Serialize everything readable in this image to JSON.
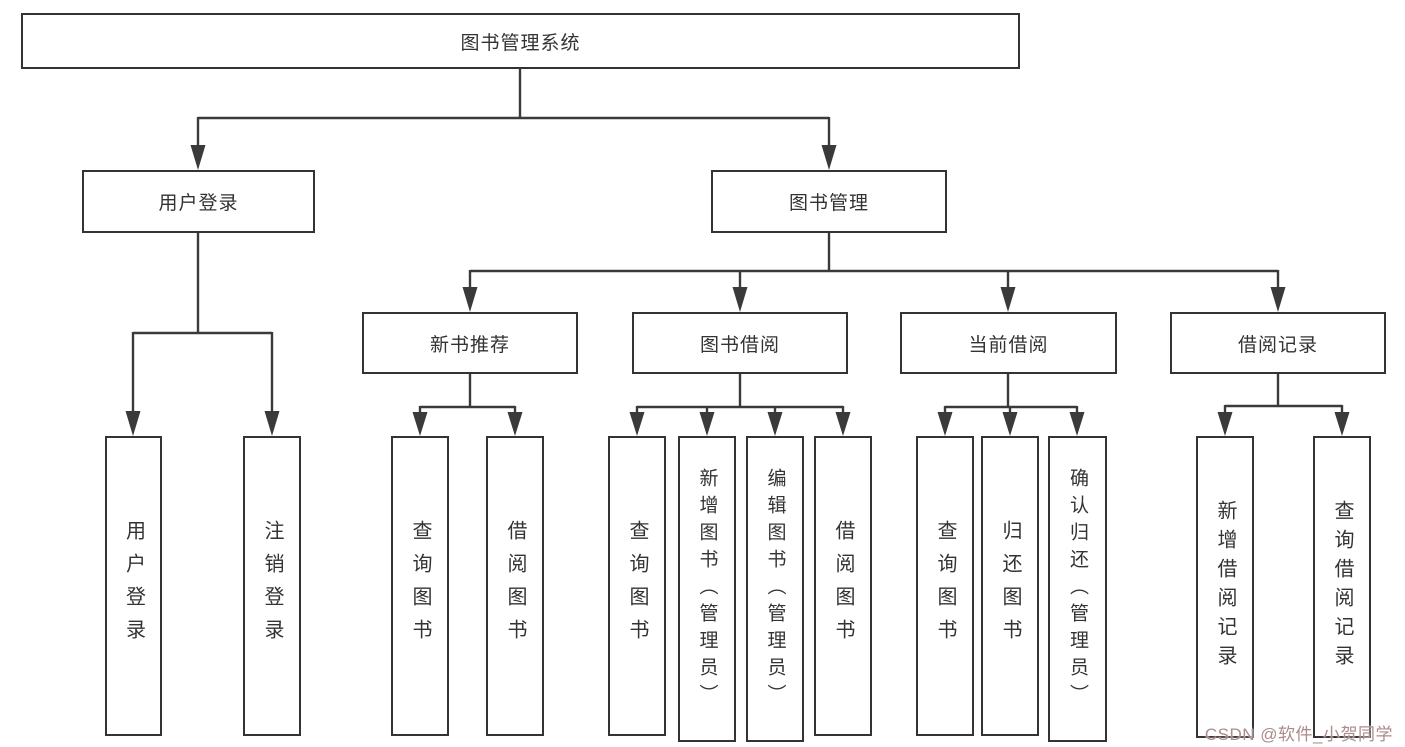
{
  "page": {
    "background": "#ffffff",
    "line_color": "#3a3a3a",
    "border_color": "#333333",
    "text_color": "#333333"
  },
  "diagram": {
    "root": {
      "label": "图书管理系统"
    },
    "level2": [
      {
        "id": "user-login",
        "label": "用户登录"
      },
      {
        "id": "book-management",
        "label": "图书管理"
      }
    ],
    "level3": [
      {
        "id": "new-book-recommend",
        "label": "新书推荐"
      },
      {
        "id": "book-borrow",
        "label": "图书借阅"
      },
      {
        "id": "current-borrow",
        "label": "当前借阅"
      },
      {
        "id": "borrow-records",
        "label": "借阅记录"
      }
    ],
    "leaves": [
      {
        "group": "user-login",
        "label": "用户登录"
      },
      {
        "group": "user-login",
        "label": "注销登录"
      },
      {
        "group": "new-book-recommend",
        "label": "查询图书"
      },
      {
        "group": "new-book-recommend",
        "label": "借阅图书"
      },
      {
        "group": "book-borrow",
        "label": "查询图书"
      },
      {
        "group": "book-borrow",
        "label": "新增图书（管理员）"
      },
      {
        "group": "book-borrow",
        "label": "编辑图书（管理员）"
      },
      {
        "group": "book-borrow",
        "label": "借阅图书"
      },
      {
        "group": "current-borrow",
        "label": "查询图书"
      },
      {
        "group": "current-borrow",
        "label": "归还图书"
      },
      {
        "group": "current-borrow",
        "label": "确认归还（管理员）"
      },
      {
        "group": "borrow-records",
        "label": "新增借阅记录"
      },
      {
        "group": "borrow-records",
        "label": "查询借阅记录"
      }
    ]
  },
  "watermark": {
    "text": "CSDN @软件_小贺同学",
    "color": "#ab8b8b"
  }
}
